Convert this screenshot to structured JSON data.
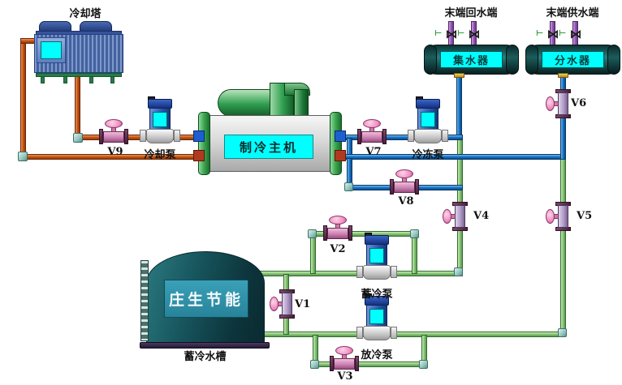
{
  "labels": {
    "cooling_tower": "冷却塔",
    "end_return": "末端回水端",
    "end_supply": "末端供水端",
    "collector": "集水器",
    "distributor": "分水器",
    "chiller": "制冷主机",
    "cooling_pump": "冷却泵",
    "chilled_pump": "冷冻泵",
    "storage_pump": "蓄冷泵",
    "discharge_pump": "放冷泵",
    "tank_brand": "庄生节能",
    "tank": "蓄冷水槽"
  },
  "valves": {
    "v1": "V1",
    "v2": "V2",
    "v3": "V3",
    "v4": "V4",
    "v5": "V5",
    "v6": "V6",
    "v7": "V7",
    "v8": "V8",
    "v9": "V9"
  },
  "icons": {
    "riser_valve_icon": "⋈",
    "riser_tick_icon": "⊢"
  },
  "colors": {
    "condenser_pipe": "#cd5a12",
    "chilled_pipe": "#1b7ace",
    "storage_pipe": "#8cc87c",
    "riser_pipe": "#a05cc0",
    "display_cyan": "#00ffff",
    "valve_pink": "#ee8cc0",
    "pump_blue": "#2a55b0"
  }
}
